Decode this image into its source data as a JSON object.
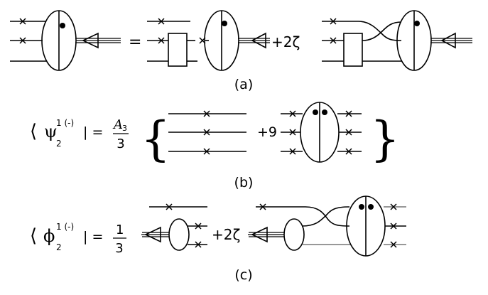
{
  "panel_a": {
    "caption": "(a)",
    "equals": "=",
    "plus_term": "+2ζ"
  },
  "panel_b": {
    "caption": "(b)",
    "bra_open": "⟨",
    "psi": "ψ",
    "superscript": "1 (-)",
    "subscript": "2",
    "bar_equals": "| =",
    "frac_num": "A",
    "frac_num_sub": "3",
    "frac_den": "3",
    "brace_open": "{",
    "plus_term": "+9",
    "brace_close": "}"
  },
  "panel_c": {
    "caption": "(c)",
    "bra_open": "⟨",
    "phi": "ϕ",
    "superscript": "1 (-)",
    "subscript": "2",
    "bar_equals": "| =",
    "frac_num": "1",
    "frac_den": "3",
    "plus_term": "+2ζ"
  }
}
